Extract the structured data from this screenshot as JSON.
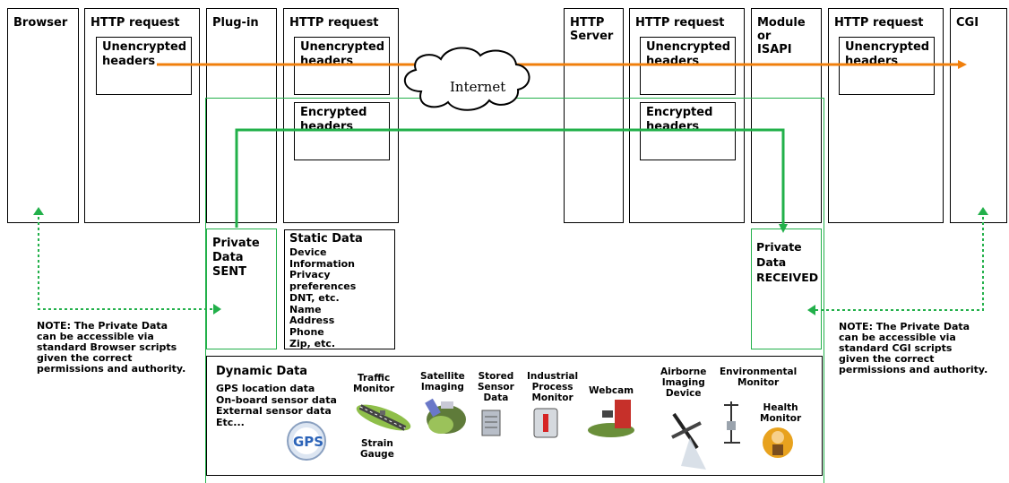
{
  "columns": {
    "browser": "Browser",
    "http_request": "HTTP request",
    "plugin": "Plug-in",
    "http_server": "HTTP\nServer",
    "module": "Module\nor\nISAPI",
    "cgi": "CGI"
  },
  "headers": {
    "unencrypted": "Unencrypted\nheaders",
    "encrypted": "Encrypted\nheaders"
  },
  "internet_label": "Internet",
  "private_sent": "Private\nData\nSENT",
  "private_received": "Private\nData\nRECEIVED",
  "static_data": {
    "title": "Static Data",
    "items": "Device\nInformation\nPrivacy\npreferences\nDNT, etc.\nName\nAddress\nPhone\nZip, etc."
  },
  "dynamic_data": {
    "title": "Dynamic Data",
    "items": "GPS location data\nOn-board sensor data\nExternal sensor data\nEtc..."
  },
  "sources": {
    "gps": "GPS",
    "traffic_monitor": "Traffic\nMonitor",
    "strain_gauge": "Strain\nGauge",
    "satellite_imaging": "Satellite\nImaging",
    "stored_sensor_data": "Stored\nSensor\nData",
    "industrial_process_monitor": "Industrial\nProcess\nMonitor",
    "webcam": "Webcam",
    "airborne_imaging_device": "Airborne\nImaging\nDevice",
    "environmental_monitor": "Environmental\nMonitor",
    "health_monitor": "Health\nMonitor"
  },
  "notes": {
    "left": "NOTE: The Private Data\ncan be accessible via\nstandard Browser scripts\ngiven the correct\npermissions and authority.",
    "right": "NOTE: The Private Data\ncan be accessible via\nstandard CGI scripts\ngiven the correct\npermissions and authority."
  },
  "colors": {
    "orange": "#f07f0c",
    "green": "#22b04a",
    "red": "#d62424",
    "gps_blue": "#2b63b8"
  }
}
